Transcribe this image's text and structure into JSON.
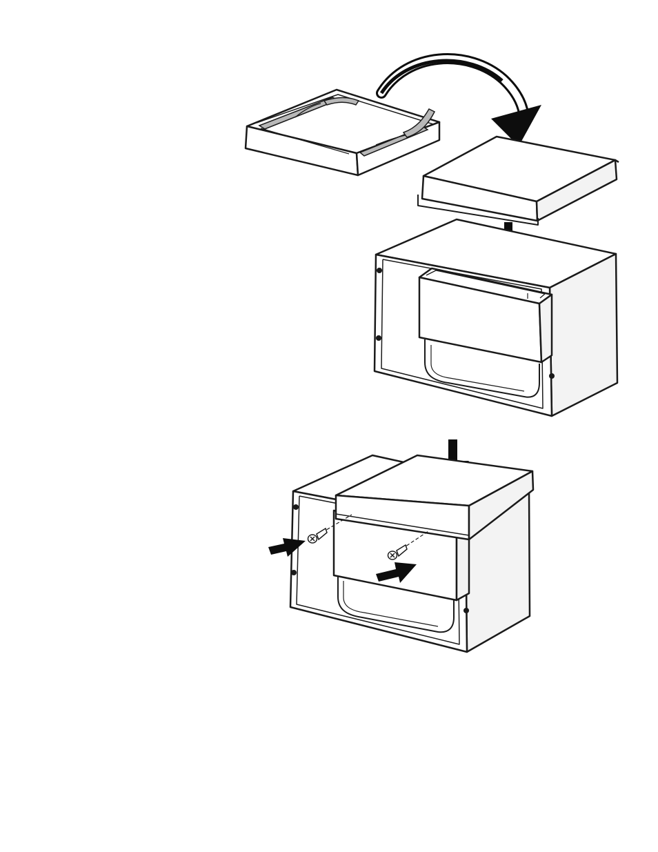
{
  "figure": {
    "kind": "installation-diagram",
    "steps": [
      "flip-and-seat-top-cover",
      "fasten-cover-with-screws"
    ],
    "colors": {
      "line": "#1a1a1a",
      "panel": "#ffffff",
      "side_shade": "#f3f3f3",
      "gasket": "#b8b8b8",
      "arrow": "#0d0d0d"
    },
    "icons": [
      "curved-flip-arrow-icon",
      "down-arrow-icon",
      "push-arrow-icon",
      "screw-icon"
    ]
  }
}
